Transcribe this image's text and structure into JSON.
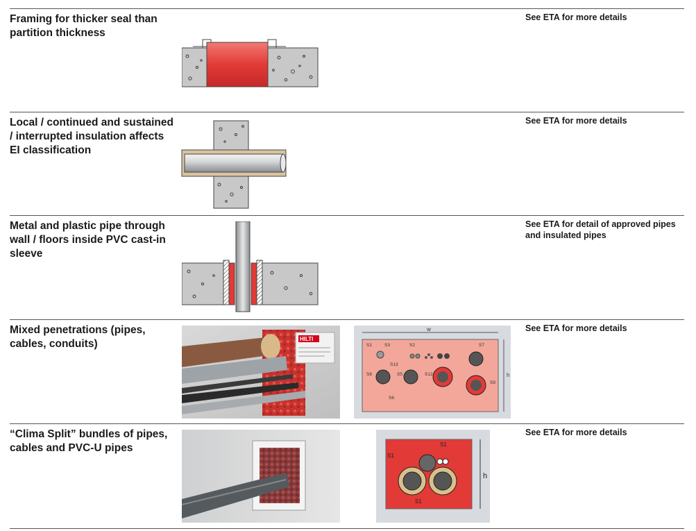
{
  "rows": [
    {
      "title": "Framing for thicker seal than partition thickness",
      "note": "See ETA for more details"
    },
    {
      "title": "Local / continued and sustained / interrupted insulation affects EI classification",
      "note": "See ETA for more details"
    },
    {
      "title": "Metal and plastic pipe through wall / floors inside PVC cast-in sleeve",
      "note": "See ETA for detail of approved pipes and insulated pipes"
    },
    {
      "title": "Mixed penetrations (pipes, cables, conduits)",
      "note": "See ETA for more details",
      "photo_logo": "HILTI",
      "diagram_labels": {
        "w": "w",
        "h": "h",
        "s1": "S1",
        "s3": "S3",
        "s2": "S2",
        "s7": "S7",
        "s13": "S13",
        "s8": "S8",
        "s5": "S5",
        "s12": "S12",
        "s9": "S9",
        "s6": "S6"
      }
    },
    {
      "title": "“Clima Split” bundles of pipes, cables and PVC-U pipes",
      "note": "See ETA for more details",
      "diagram_labels": {
        "s1_top": "S1",
        "s1_left": "S1",
        "s1_bottom": "S1",
        "h": "h"
      }
    }
  ],
  "colors": {
    "seal_red": "#e23a37",
    "concrete": "#c8c8c8",
    "panel_pink": "#f2a79a",
    "rule": "#555555"
  }
}
